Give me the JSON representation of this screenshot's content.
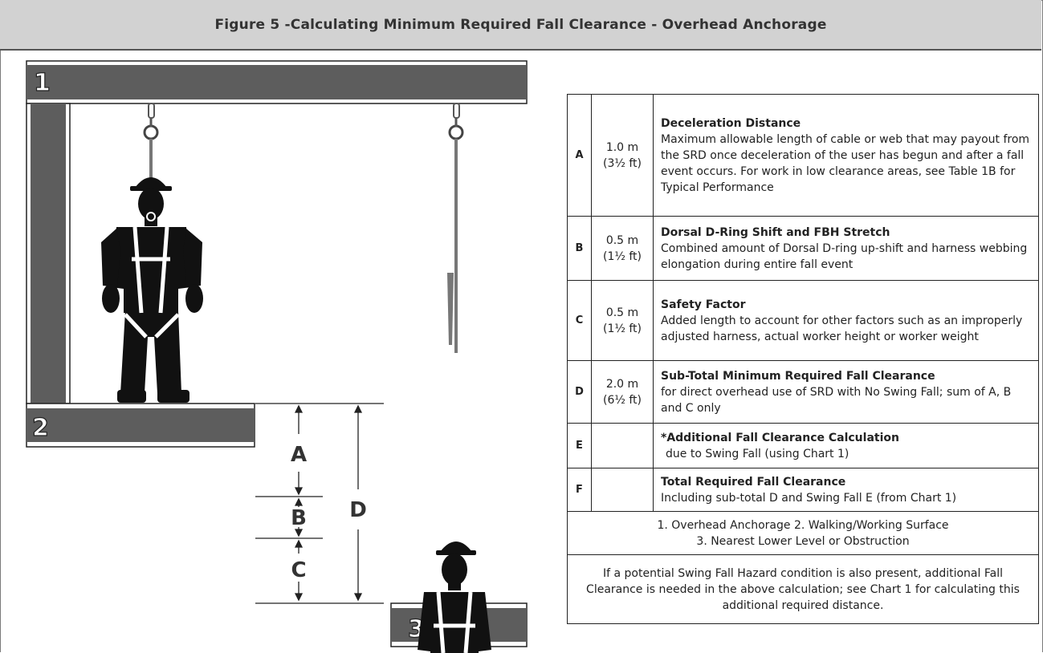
{
  "header": {
    "title": "Figure 5 -Calculating Minimum Required Fall Clearance - Overhead Anchorage"
  },
  "figure": {
    "level_labels": [
      "1",
      "2",
      "3"
    ],
    "dimension_labels": {
      "a": "A",
      "b": "B",
      "c": "C",
      "d": "D"
    },
    "colors": {
      "beam": "#5d5d5d",
      "worker": "#111111",
      "harness": "#ffffff",
      "cable": "#777777"
    }
  },
  "table": {
    "rows": [
      {
        "letter": "A",
        "value": "1.0 m",
        "value_ft": "(3½ ft)",
        "title": "Deceleration Distance",
        "body": "Maximum allowable length of cable or web that may payout from the SRD once deceleration of the user has begun and after a fall event occurs. For work in low clearance areas, see Table 1B for Typical Performance"
      },
      {
        "letter": "B",
        "value": "0.5 m",
        "value_ft": "(1½ ft)",
        "title": "Dorsal D-Ring Shift and FBH Stretch",
        "body": "Combined amount of Dorsal D-ring up-shift and harness webbing elongation during entire fall event"
      },
      {
        "letter": "C",
        "value": "0.5 m",
        "value_ft": "(1½ ft)",
        "title": "Safety Factor",
        "body": "Added length to account for other factors such as an improperly adjusted harness, actual worker height or worker weight"
      },
      {
        "letter": "D",
        "value": "2.0 m",
        "value_ft": "(6½ ft)",
        "title": "Sub-Total Minimum Required Fall Clearance",
        "body": "for direct overhead use of SRD with No Swing Fall; sum of A, B and C only"
      },
      {
        "letter": "E",
        "value": "",
        "value_ft": "",
        "title": "*Additional Fall Clearance Calculation",
        "body": "due to Swing Fall (using Chart 1)"
      },
      {
        "letter": "F",
        "value": "",
        "value_ft": "",
        "title": "Total Required Fall Clearance",
        "body": "Including sub-total D and Swing Fall E (from Chart 1)"
      }
    ],
    "legend_line1": "1. Overhead Anchorage  2. Walking/Working Surface",
    "legend_line2": "3. Nearest Lower Level or Obstruction",
    "note": "If a potential Swing Fall Hazard condition is also present, additional Fall Clearance is needed in the above calculation; see Chart 1 for calculating this additional required distance."
  }
}
